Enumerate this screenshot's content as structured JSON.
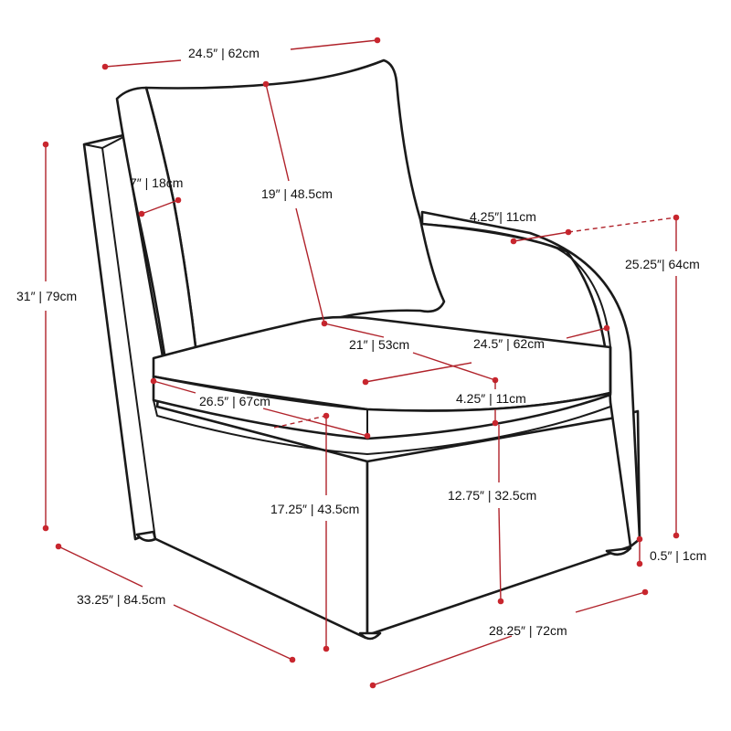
{
  "dimensions": {
    "back_cushion_width": "24.5″ | 62cm",
    "back_cushion_height": "19″ | 48.5cm",
    "back_cushion_depth": "7″ | 18cm",
    "overall_height": "31″ | 79cm",
    "arm_width": "4.25″| 11cm",
    "arm_height": "25.25″| 64cm",
    "seat_depth": "21″ | 53cm",
    "seat_width": "24.5″ | 62cm",
    "seat_cushion_depth": "26.5″ | 67cm",
    "seat_cushion_thickness": "4.25″ | 11cm",
    "seat_height": "17.25″ | 43.5cm",
    "seat_base_height": "12.75″ | 32.5cm",
    "leg_height": "0.5″ | 1cm",
    "overall_depth": "33.25″ | 84.5cm",
    "overall_width": "28.25″ | 72cm"
  },
  "colors": {
    "dimension_line": "#b0222a",
    "outline": "#1a1a1a",
    "background": "#ffffff"
  }
}
